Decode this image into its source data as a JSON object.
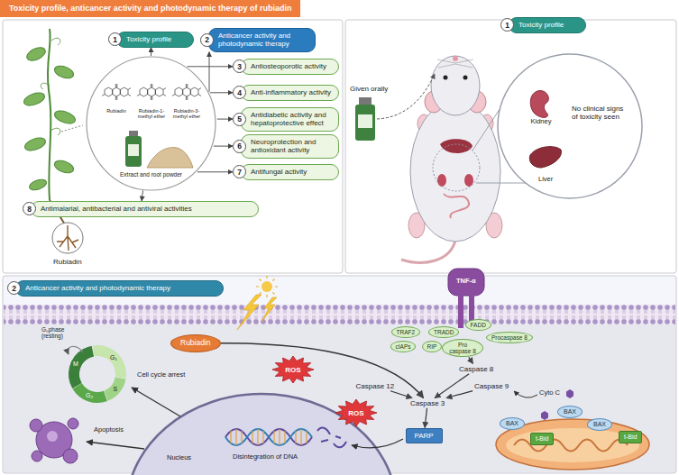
{
  "diagram": {
    "title": "Toxicity profile, anticancer activity and photodynamic therapy of rubiadin",
    "nodes": [
      {
        "text": [
          "Rubiadin",
          "Rubiadin-1-methyl ether",
          "Rubiadin-3-methyl ether",
          "Extract and root powder"
        ]
      },
      {
        "text": [
          "1",
          "Toxicity profile"
        ]
      },
      {
        "text": [
          "2",
          "Anticancer activity and photodynamic therapy"
        ]
      },
      {
        "text": [
          "3",
          "Antiosteoporotic activity"
        ]
      },
      {
        "text": [
          "4",
          "Anti-inflammatory activity"
        ]
      },
      {
        "text": [
          "5",
          "Antidiabetic activity and hepatoprotective effect"
        ]
      },
      {
        "text": [
          "6",
          "Neuroprotection and antioxidant activity"
        ]
      },
      {
        "text": [
          "7",
          "Antifungal activity"
        ]
      },
      {
        "text": [
          "8",
          "Antimalarial, antibacterial and antiviral activities"
        ]
      },
      {
        "text": [
          "1",
          "Toxicity profile"
        ]
      },
      {
        "text": [
          "2",
          "Anticancer activity and photodynamic therapy"
        ]
      },
      {
        "text": [
          "Rubiadin"
        ]
      },
      {
        "text": [
          "TRAF2"
        ]
      },
      {
        "text": [
          "TRADD"
        ]
      },
      {
        "text": [
          "FADD"
        ]
      },
      {
        "text": [
          "cIAPs"
        ]
      },
      {
        "text": [
          "RIP"
        ]
      },
      {
        "text": [
          "Pro caspase 8"
        ]
      },
      {
        "text": [
          "Procaspase 8"
        ]
      },
      {
        "text": [
          "Caspase 8"
        ]
      },
      {
        "text": [
          "Caspase 12"
        ]
      },
      {
        "text": [
          "Caspase 9"
        ]
      },
      {
        "text": [
          "Caspase 3"
        ]
      },
      {
        "text": [
          "PARP"
        ]
      },
      {
        "text": [
          "BAX"
        ]
      },
      {
        "text": [
          "t-Bid"
        ]
      },
      {
        "text": [
          "BAX"
        ]
      },
      {
        "text": [
          "BAX"
        ]
      },
      {
        "text": [
          "t-Bid"
        ]
      },
      {
        "text": [
          "ROS"
        ]
      },
      {
        "text": [
          "ROS"
        ]
      }
    ],
    "edges": [
      {
        "from": 0,
        "to": 1,
        "arrow": "to"
      },
      {
        "from": 0,
        "to": 2,
        "arrow": "to"
      },
      {
        "from": 0,
        "to": 3,
        "arrow": "to"
      },
      {
        "from": 0,
        "to": 4,
        "arrow": "to"
      },
      {
        "from": 0,
        "to": 5,
        "arrow": "to"
      },
      {
        "from": 0,
        "to": 6,
        "arrow": "to"
      },
      {
        "from": 0,
        "to": 7,
        "arrow": "to"
      },
      {
        "from": 0,
        "to": 8,
        "arrow": "to"
      },
      {
        "from": 11,
        "to": 22,
        "arrow": "to"
      },
      {
        "from": 17,
        "to": 19,
        "arrow": "to"
      },
      {
        "from": 19,
        "to": 22,
        "arrow": "to"
      },
      {
        "from": 20,
        "to": 22,
        "arrow": "to"
      },
      {
        "from": 21,
        "to": 22,
        "arrow": "to"
      },
      {
        "from": 22,
        "to": 23,
        "arrow": "to"
      }
    ],
    "labels": [
      "Rubiadin",
      "Given orally",
      "No clinical signs of toxicity seen",
      "Kidney",
      "Liver",
      "TNF-α",
      "Cyto C",
      "G₀phase (resting)",
      "G₁",
      "S",
      "G₂",
      "M",
      "Cell cycle arrest",
      "Apoptosis",
      "Disintegration of DNA",
      "Nucleus"
    ]
  }
}
